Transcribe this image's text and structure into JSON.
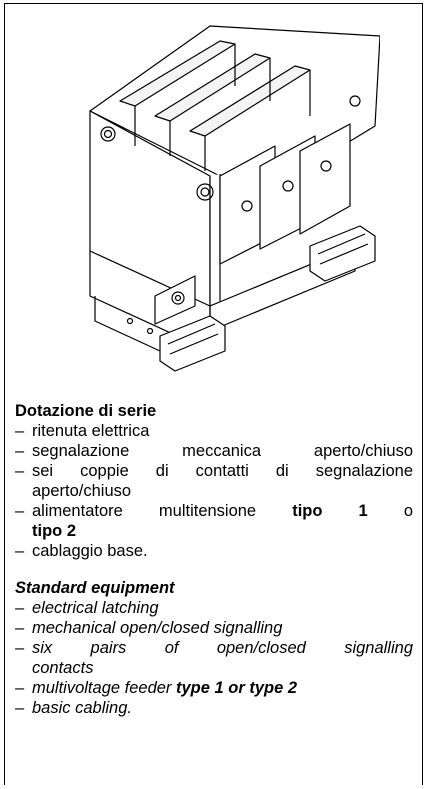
{
  "italian": {
    "heading": "Dotazione di serie",
    "items": [
      "ritenuta elettrica",
      "segnalazione meccanica aperto/chiuso",
      "sei coppie di contatti di segnalazione",
      "aperto/chiuso",
      "alimentatore multitensione ",
      "tipo 1",
      " o",
      "tipo 2",
      "cablaggio base."
    ]
  },
  "english": {
    "heading": "Standard equipment",
    "items": [
      "electrical latching",
      "mechanical open/closed signalling",
      "six pairs of open/closed signalling",
      "contacts",
      "multivoltage feeder ",
      "type 1 or type 2",
      "basic cabling."
    ]
  }
}
